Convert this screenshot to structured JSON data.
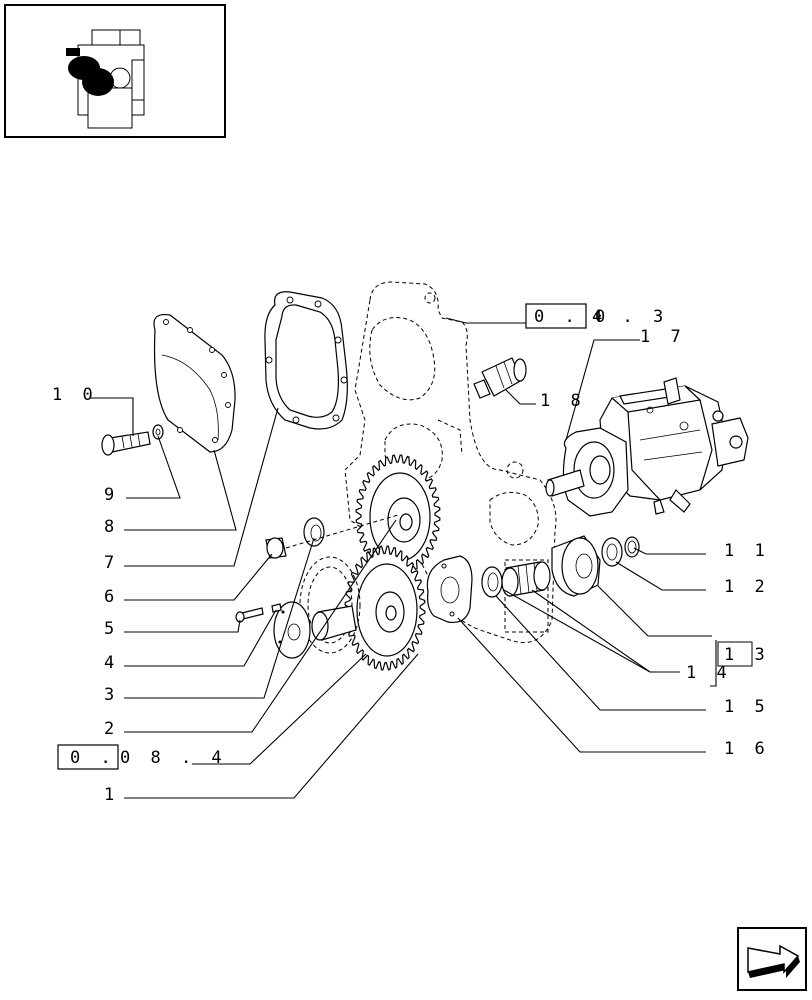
{
  "callouts": {
    "c1": "1",
    "c2": "2",
    "c3": "3",
    "c4": "4",
    "c5": "5",
    "c6": "6",
    "c7": "7",
    "c8": "8",
    "c9": "9",
    "c10": "1 0",
    "c11": "1 1",
    "c12": "1 2",
    "c13": "1 3",
    "c14": "1 4",
    "c15": "1 5",
    "c16": "1 6",
    "c17": "1 7",
    "c18": "1 8"
  },
  "references": {
    "ref_top_boxed": "0 . 0",
    "ref_top_tail": "4 . 3",
    "ref_left_boxed": "0 .",
    "ref_left_tail": "0 8 . 4"
  },
  "icons": {
    "thumbnail": "engine-thumbnail-icon",
    "nav": "next-page-arrow-icon"
  }
}
